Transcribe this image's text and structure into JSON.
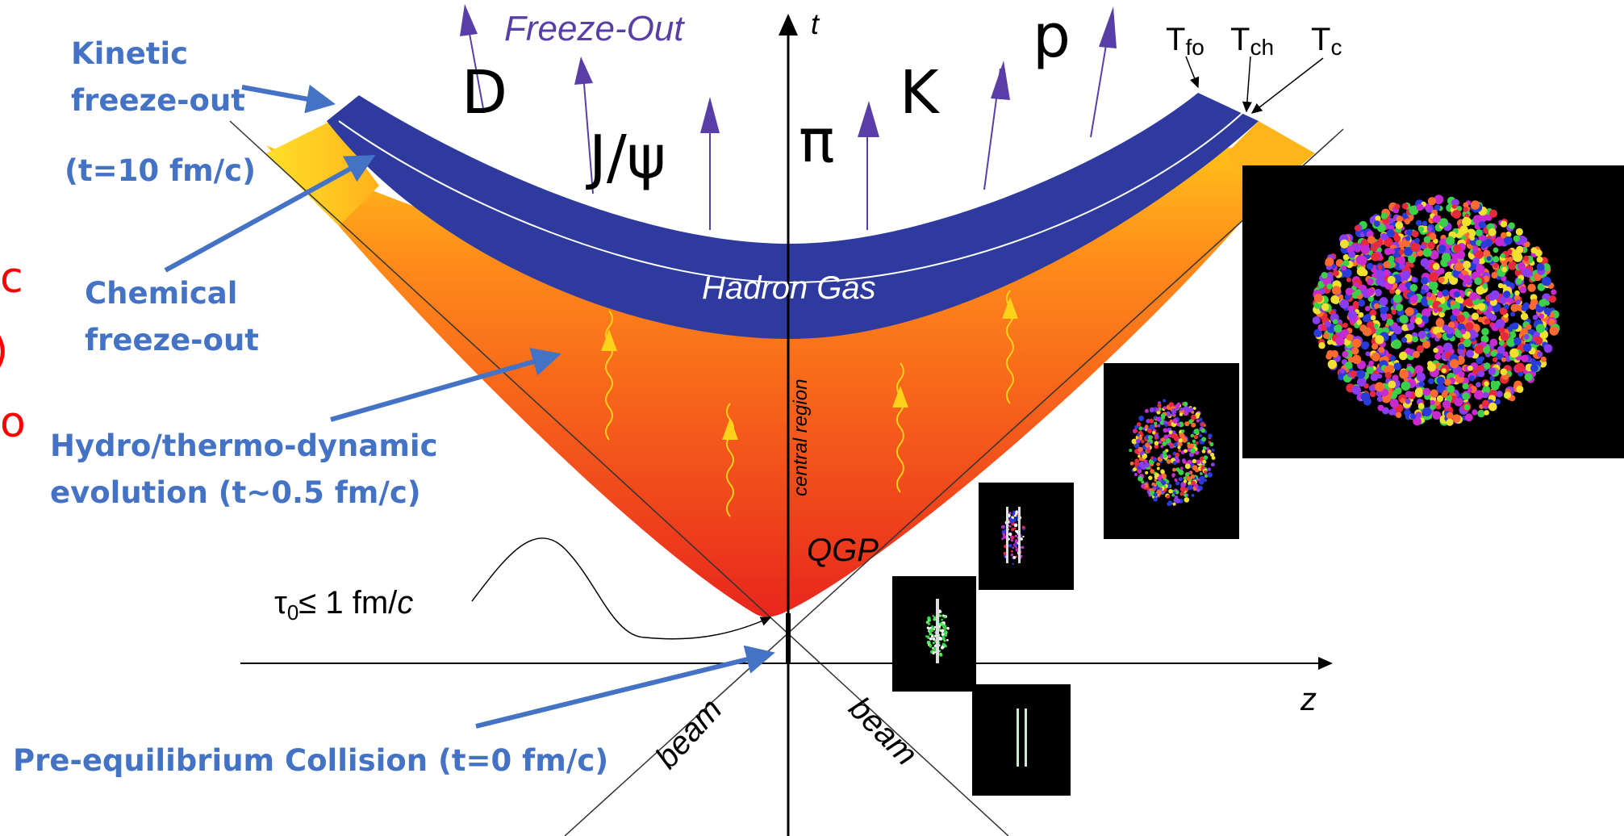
{
  "title_freeze": "Freeze-Out",
  "axes": {
    "t": "t",
    "z": "z",
    "beam_left": "beam",
    "beam_right": "beam"
  },
  "regions": {
    "hadron_gas": "Hadron Gas",
    "qgp": "QGP",
    "central": "central region"
  },
  "particles": {
    "D": "D",
    "jpsi": "J/ψ",
    "pi": "π",
    "K": "K",
    "p": "p"
  },
  "temps": {
    "fo": "T",
    "fo_sub": "fo",
    "ch": "T",
    "ch_sub": "ch",
    "c": "T",
    "c_sub": "c"
  },
  "tau": {
    "sym": "τ",
    "sub": "0",
    "rest": "≤ 1 fm/",
    "c": "c"
  },
  "annotations": {
    "kinetic_1": "Kinetic",
    "kinetic_2": "freeze-out",
    "kinetic_t": "(t=10 fm/c)",
    "chemical_1": "Chemical",
    "chemical_2": "freeze-out",
    "hydro_1": "Hydro/thermo-dynamic",
    "hydro_2": "evolution (t~0.5 fm/c)",
    "pre": "Pre-equilibrium Collision (t=0 fm/c)"
  },
  "clipped_left": [
    "c",
    ")",
    "o"
  ],
  "colors": {
    "annotation": "#4472c4",
    "hadron_gas": "#2e3a9e",
    "qgp_top": "#ff9a1a",
    "qgp_bottom": "#e82a1e",
    "arrow": "#5a3ea8",
    "wavy": "#ffd21a",
    "clipped": "#ff0000"
  }
}
